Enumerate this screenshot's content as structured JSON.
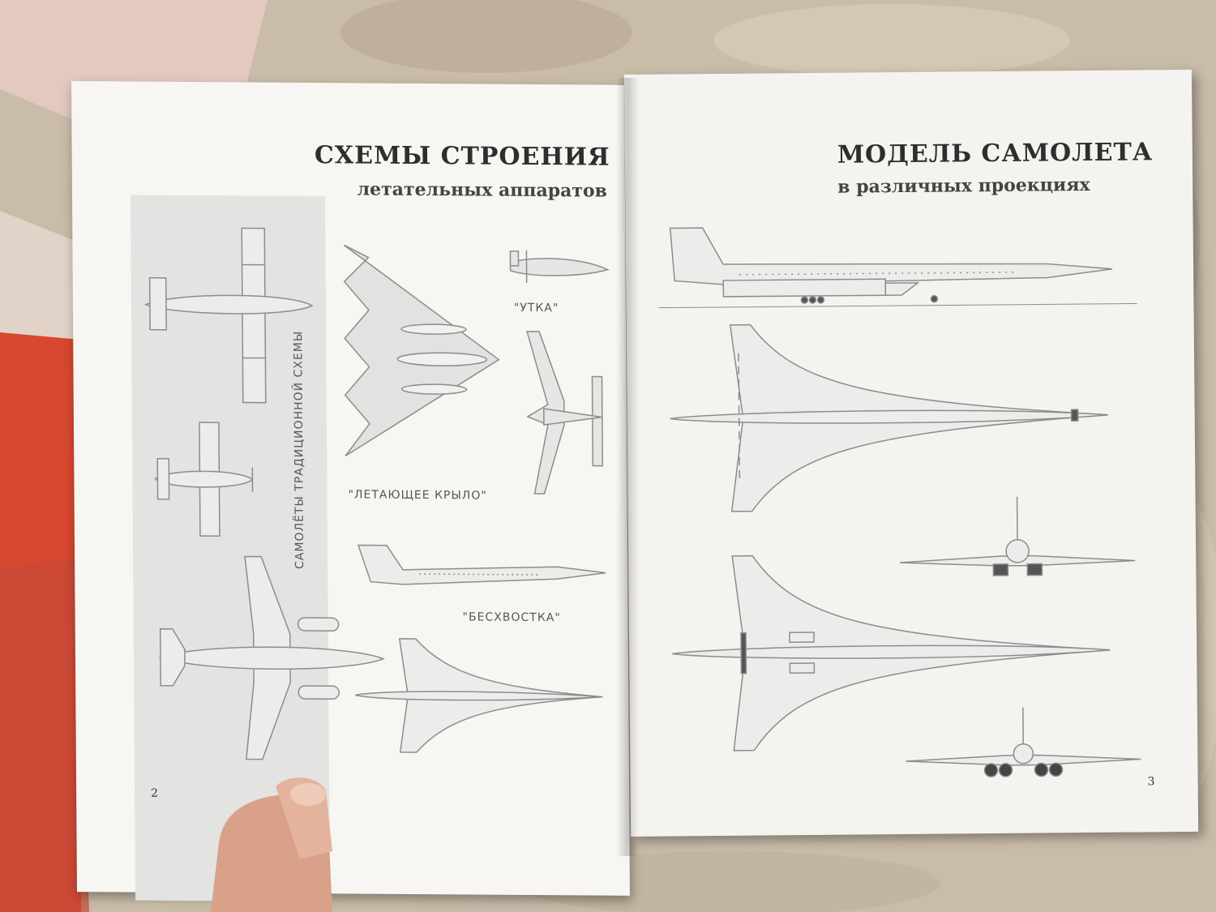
{
  "left_page": {
    "title": "СХЕМЫ СТРОЕНИЯ",
    "subtitle": "летательных аппаратов",
    "vertical_caption": "САМОЛЁТЫ ТРАДИЦИОННОЙ СХЕМЫ",
    "caption_canard": "\"УТКА\"",
    "caption_flying_wing": "\"ЛЕТАЮЩЕЕ КРЫЛО\"",
    "caption_tailless": "\"БЕСХВОСТКА\"",
    "page_number": "2"
  },
  "right_page": {
    "title": "МОДЕЛЬ САМОЛЕТА",
    "subtitle": "в различных проекциях",
    "page_number": "3"
  },
  "colors": {
    "paper": "#f7f6f2",
    "strip": "#e3e3e1",
    "line": "#8c8c8c",
    "carpet": "#cbbfae"
  }
}
